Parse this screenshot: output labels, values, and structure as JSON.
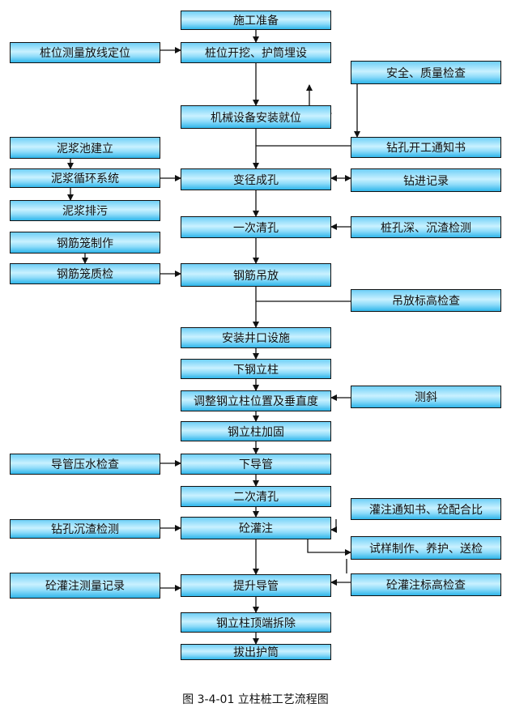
{
  "center": [
    "施工准备",
    "桩位开挖、护筒埋设",
    "机械设备安装就位",
    "变径成孔",
    "一次清孔",
    "钢筋吊放",
    "安装井口设施",
    "下钢立柱",
    "调整钢立柱位置及垂直度",
    "钢立柱加固",
    "下导管",
    "二次清孔",
    "砼灌注",
    "提升导管",
    "钢立柱顶端拆除",
    "拔出护筒"
  ],
  "left": [
    "桩位测量放线定位",
    "泥浆池建立",
    "泥浆循环系统",
    "泥浆排污",
    "钢筋笼制作",
    "钢筋笼质检",
    "导管压水检查",
    "钻孔沉渣检测",
    "砼灌注测量记录"
  ],
  "right": [
    "安全、质量检查",
    "钻孔开工通知书",
    "钻进记录",
    "桩孔深、沉渣检测",
    "吊放标高检查",
    "测斜",
    "灌注通知书、砼配合比",
    "试样制作、养护、送检",
    "砼灌注标高检查"
  ],
  "caption": "图 3-4-01 立柱桩工艺流程图"
}
